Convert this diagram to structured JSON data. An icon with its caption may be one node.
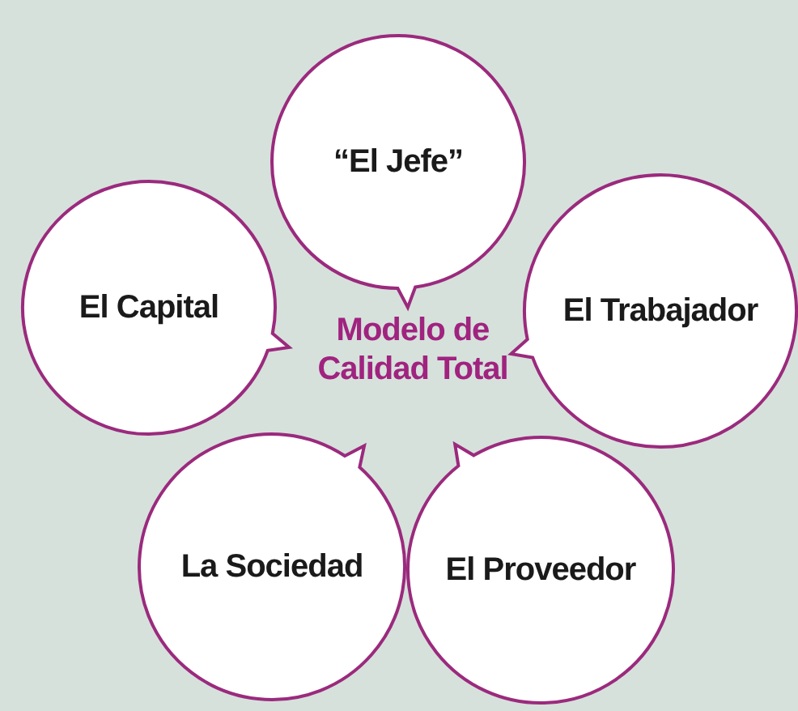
{
  "diagram": {
    "nodes": [
      {
        "text": [
          "“El Jefe”"
        ]
      },
      {
        "text": [
          "El Capital"
        ]
      },
      {
        "text": [
          "El Trabajador"
        ]
      },
      {
        "text": [
          "La Sociedad"
        ]
      },
      {
        "text": [
          "El Proveedor"
        ]
      }
    ],
    "labels": [
      "Modelo de Calidad Total"
    ]
  }
}
